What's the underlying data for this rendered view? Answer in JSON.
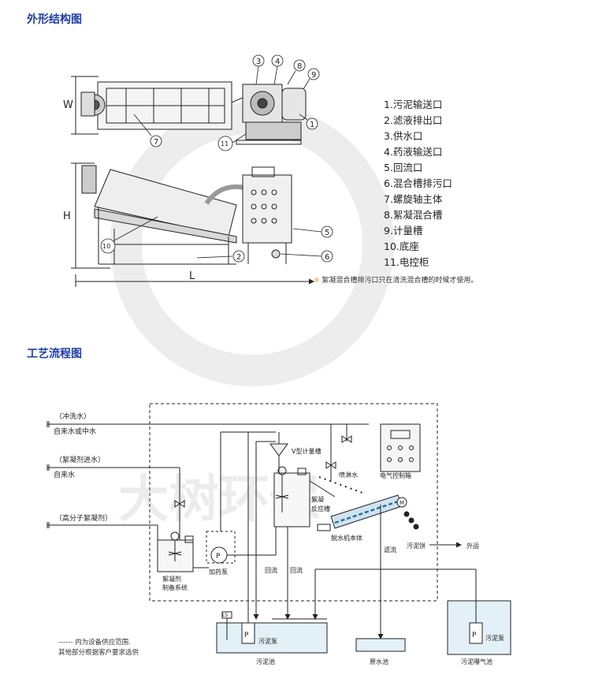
{
  "titles": {
    "structure": "外形结构图",
    "process": "工艺流程图"
  },
  "dimension_labels": {
    "width": "W",
    "height": "H",
    "length": "L"
  },
  "callouts": [
    "1",
    "2",
    "3",
    "4",
    "5",
    "6",
    "7",
    "8",
    "9",
    "10",
    "11"
  ],
  "legend": [
    "1.污泥输送口",
    "2.滤液排出口",
    "3.供水口",
    "4.药液输送口",
    "5.回流口",
    "6.混合槽排污口",
    "7.螺旋轴主体",
    "8.絮凝混合槽",
    "9.计量槽",
    "10.底座",
    "11.电控柜"
  ],
  "note": {
    "mark": "※",
    "text": "絮凝混合槽排污口只在清洗混合槽的时候才使用。"
  },
  "flow": {
    "inputs": [
      {
        "tag": "（冲洗水）",
        "source": "自来水或中水"
      },
      {
        "tag": "（絮凝剂进水）",
        "source": "自来水"
      },
      {
        "tag": "（高分子絮凝剂）",
        "source": ""
      }
    ],
    "labels": {
      "v_tank": "V型计量槽",
      "spray": "喷淋水",
      "control_box": "电气控制箱",
      "floc_tank_1": "絮凝",
      "floc_tank_2": "反应槽",
      "machine": "脱水机本体",
      "cake": "污泥饼",
      "export": "外运",
      "filtrate": "滤流",
      "return_1": "回流",
      "return_2": "回流",
      "dosing_pump": "加药泵",
      "prep_1": "絮凝剂",
      "prep_2": "制备系统",
      "sludge_pump_1": "污泥泵",
      "sludge_pit": "污泥池",
      "raw_pit": "原水池",
      "sludge_pump_2": "污泥泵",
      "aeration_pit": "污泥曝气池",
      "pump_p": "P",
      "motor_m": "M",
      "ls": "LS"
    },
    "scope_note": [
      "------ 内为设备供应范围.",
      "其他部分根据客户要求选供"
    ]
  },
  "watermark": "大树环保"
}
